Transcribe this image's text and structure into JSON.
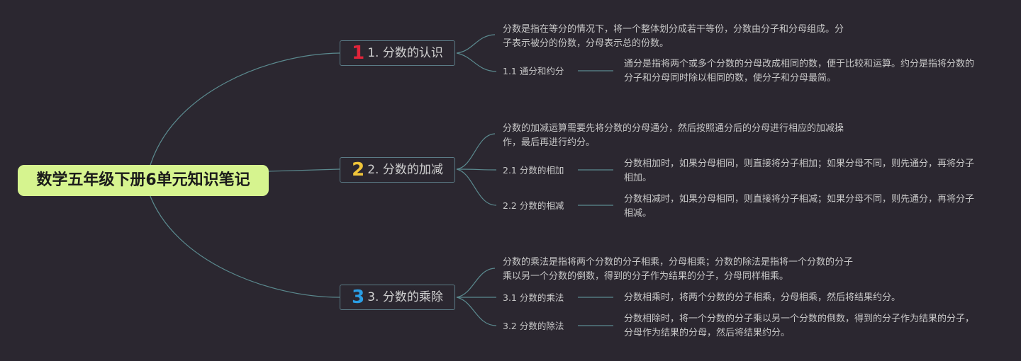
{
  "root": {
    "title": "数学五年级下册6单元知识笔记"
  },
  "colors": {
    "background": "#2b2730",
    "root": "#d6f48f",
    "line": "#5b8a8f",
    "num1": "#e0243a",
    "num2": "#f0c53a",
    "num3": "#2a9ee5"
  },
  "topics": [
    {
      "num": "1",
      "label": "1. 分数的认识",
      "desc": "分数是指在等分的情况下，将一个整体划分成若干等份，分数由分子和分母组成。分子表示被分的份数，分母表示总的份数。",
      "subs": [
        {
          "label": "1.1 通分和约分",
          "desc": "通分是指将两个或多个分数的分母改成相同的数，便于比较和运算。约分是指将分数的分子和分母同时除以相同的数，使分子和分母最简。"
        }
      ]
    },
    {
      "num": "2",
      "label": "2. 分数的加减",
      "desc": "分数的加减运算需要先将分数的分母通分，然后按照通分后的分母进行相应的加减操作，最后再进行约分。",
      "subs": [
        {
          "label": "2.1 分数的相加",
          "desc": "分数相加时，如果分母相同，则直接将分子相加；如果分母不同，则先通分，再将分子相加。"
        },
        {
          "label": "2.2 分数的相减",
          "desc": "分数相减时，如果分母相同，则直接将分子相减；如果分母不同，则先通分，再将分子相减。"
        }
      ]
    },
    {
      "num": "3",
      "label": "3. 分数的乘除",
      "desc": "分数的乘法是指将两个分数的分子相乘，分母相乘；分数的除法是指将一个分数的分子乘以另一个分数的倒数，得到的分子作为结果的分子，分母同样相乘。",
      "subs": [
        {
          "label": "3.1 分数的乘法",
          "desc": "分数相乘时，将两个分数的分子相乘，分母相乘，然后将结果约分。"
        },
        {
          "label": "3.2 分数的除法",
          "desc": "分数相除时，将一个分数的分子乘以另一个分数的倒数，得到的分子作为结果的分子，分母作为结果的分母，然后将结果约分。"
        }
      ]
    }
  ]
}
